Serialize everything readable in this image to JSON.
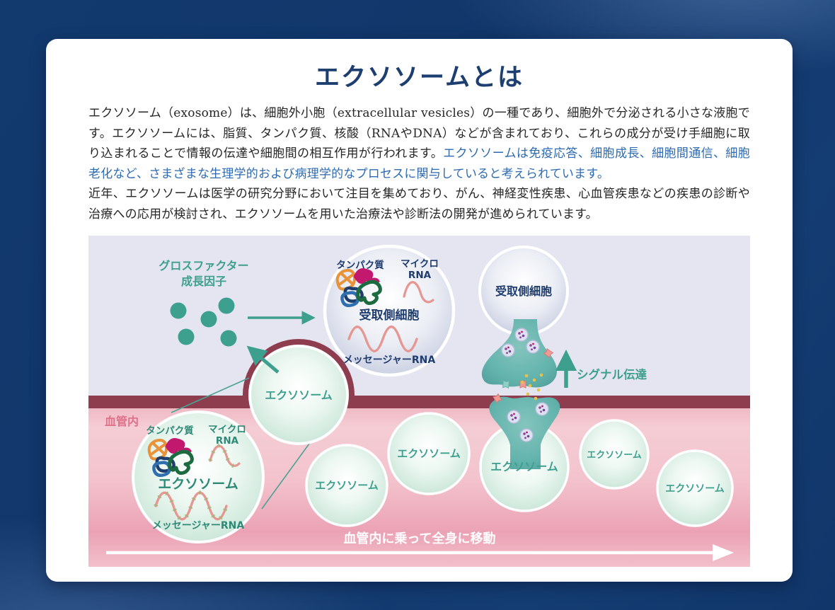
{
  "article": {
    "title": "エクソソームとは",
    "paragraph1": [
      {
        "text": "エクソソーム（exosome）は、細胞外小胞（extracellular vesicles）の一種であり、細胞外で分泌される小さな液胞です。エクソソームには、脂質、タンパク質、核酸（RNAやDNA）などが含まれており、これらの成分が受け手細胞に取り込まれることで情報の伝達や細胞間の相互作用が行われます。",
        "style": "normal"
      },
      {
        "text": "エクソソームは免疫応答、細胞成長、細胞間通信、細胞老化など、さまざまな生理学的および病理学的なプロセスに関与していると考えられています。",
        "style": "blue"
      }
    ],
    "paragraph2": [
      {
        "text": "近年、エクソソームは医学の研究分野において注目を集めており、がん、神経変性疾患、心血管疾患などの疾患の診断や治療への応用が検討され、エクソソームを用いた治療法や診断法の開発が進められています。",
        "style": "normal"
      }
    ]
  },
  "diagram": {
    "growth_factor_line1": "グロスファクター",
    "growth_factor_line2": "成長因子",
    "protein_label": "タンパク質",
    "micro_rna_line1": "マイクロ",
    "micro_rna_line2": "RNA",
    "recipient_cell_label": "受取側細胞",
    "messenger_rna_label": "メッセージャーRNA",
    "exosome_label": "エクソソーム",
    "signal_label": "シグナル伝達",
    "vessel_label": "血管内",
    "bottom_caption": "血管内に乗って全身に移動",
    "colors": {
      "accent_teal": "#3fa08f",
      "navy_text": "#1e3c6e",
      "title_blue": "#1c3e70",
      "highlight_blue": "#2e6ab0",
      "vessel_wall_maroon": "#8e3d4f",
      "blood_pink": "#efb6c3",
      "background_navy": "#11366a",
      "rna_salmon": "#e69792"
    }
  }
}
